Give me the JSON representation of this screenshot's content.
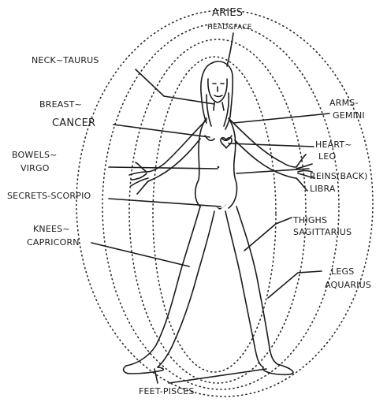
{
  "labels": {
    "aries": "ARIES",
    "head_face": "HEAD&FACE",
    "neck": "NECK~TAURUS",
    "breast_1": "BREAST~",
    "breast_2": "CANCER",
    "arms_1": "ARMS-",
    "arms_2": "GEMINI",
    "bowels_1": "BOWELS~",
    "bowels_2": "VIRGO",
    "heart_1": "HEART~",
    "heart_2": "LEO",
    "reins_1": "REINS(BACK)",
    "reins_2": "LIBRA",
    "secrets": "SECRETS-SCORPIO",
    "thighs_1": "THIGHS",
    "thighs_2": "SAGITTARIUS",
    "knees_1": "KNEES~",
    "knees_2": "CAPRICORN",
    "legs_1": "LEGS",
    "legs_2": "AQUARIUS",
    "feet": "FEET-PISCES"
  }
}
